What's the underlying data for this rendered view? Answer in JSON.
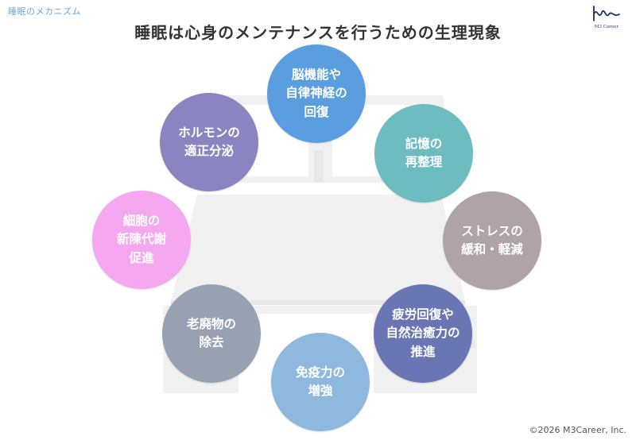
{
  "header": {
    "section_label": "睡眠のメカニズム",
    "title": "睡眠は心身のメンテナンスを行うための生理現象",
    "logo_text": "M3 Career"
  },
  "benefits": [
    {
      "label": "脳機能や\n自律神経の\n回復",
      "color": "#5b9ee0"
    },
    {
      "label": "記憶の\n再整理",
      "color": "#6cbcc0"
    },
    {
      "label": "ストレスの\n緩和・軽減",
      "color": "#b0a3a8"
    },
    {
      "label": "疲労回復や\n自然治癒力の\n推進",
      "color": "#6a75b3"
    },
    {
      "label": "免疫力の\n増強",
      "color": "#8fb8de"
    },
    {
      "label": "老廃物の\n除去",
      "color": "#97a1b2"
    },
    {
      "label": "細胞の\n新陳代謝\n促進",
      "color": "#f5a8ef"
    },
    {
      "label": "ホルモンの\n適正分泌",
      "color": "#8a85c0"
    }
  ],
  "footer": {
    "copyright": "©2026 M3Career, Inc."
  }
}
